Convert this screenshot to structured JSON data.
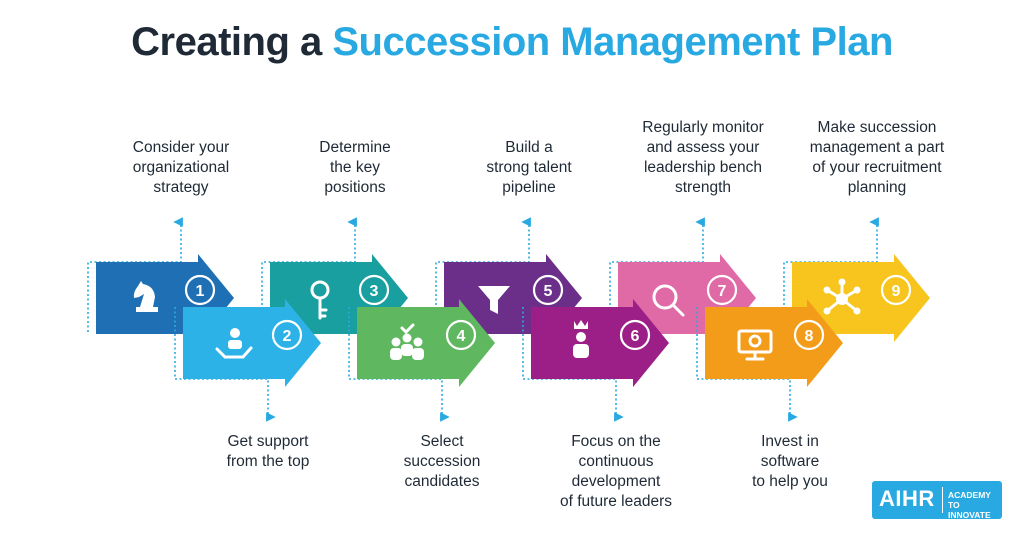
{
  "title": {
    "part1": "Creating a",
    "part2": "Succession Management Plan"
  },
  "accent_color": "#29a9e1",
  "steps": [
    {
      "number": "1",
      "label": "Consider your\norganizational\nstrategy",
      "color": "#1f6fb5",
      "icon": "chess-knight-icon"
    },
    {
      "number": "2",
      "label": "Get support\nfrom the top",
      "color": "#2cb2e6",
      "icon": "hand-support-person-icon"
    },
    {
      "number": "3",
      "label": "Determine\nthe key\npositions",
      "color": "#1a9fa0",
      "icon": "key-icon"
    },
    {
      "number": "4",
      "label": "Select\nsuccession\ncandidates",
      "color": "#5fb760",
      "icon": "group-check-icon"
    },
    {
      "number": "5",
      "label": "Build a\nstrong talent\npipeline",
      "color": "#6b2f8a",
      "icon": "funnel-icon"
    },
    {
      "number": "6",
      "label": "Focus on the\ncontinuous\ndevelopment\nof future leaders",
      "color": "#9b1f87",
      "icon": "leader-crown-icon"
    },
    {
      "number": "7",
      "label": "Regularly monitor\nand assess your\nleadership bench\nstrength",
      "color": "#e06aa6",
      "icon": "magnifier-icon"
    },
    {
      "number": "8",
      "label": "Invest in\nsoftware\nto help you",
      "color": "#f39c1a",
      "icon": "monitor-gear-icon"
    },
    {
      "number": "9",
      "label": "Make succession\nmanagement a part\nof your recruitment\nplanning",
      "color": "#f7c51e",
      "icon": "network-people-icon"
    }
  ],
  "connector_color": "#29a9e1",
  "logo": {
    "mark": "AIHR",
    "tagline": "ACADEMY TO\nINNOVATE HR"
  }
}
